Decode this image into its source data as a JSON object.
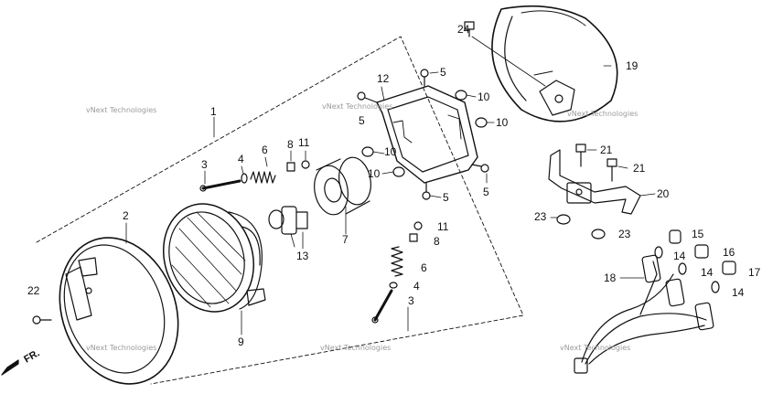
{
  "watermark": "vNext Technologies",
  "direction_label": "FR.",
  "callouts": {
    "c1": "1",
    "c2": "2",
    "c3a": "3",
    "c3b": "3",
    "c4a": "4",
    "c4b": "4",
    "c5a": "5",
    "c5b": "5",
    "c5c": "5",
    "c5d": "5",
    "c6a": "6",
    "c6b": "6",
    "c7": "7",
    "c8a": "8",
    "c8b": "8",
    "c9": "9",
    "c10a": "10",
    "c10b": "10",
    "c10c": "10",
    "c10d": "10",
    "c11a": "11",
    "c11b": "11",
    "c12": "12",
    "c13": "13",
    "c14a": "14",
    "c14b": "14",
    "c14c": "14",
    "c15": "15",
    "c16": "16",
    "c17": "17",
    "c18": "18",
    "c19": "19",
    "c20": "20",
    "c21a": "21",
    "c21b": "21",
    "c22": "22",
    "c23a": "23",
    "c23b": "23",
    "c24": "24"
  }
}
